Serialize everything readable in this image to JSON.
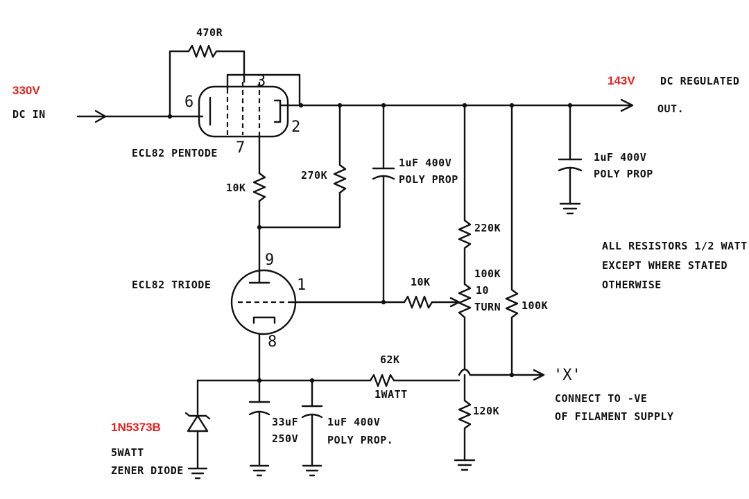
{
  "colors": {
    "ink": "#111111",
    "accent_red": "#e8201d",
    "background": "#ffffff"
  },
  "labels": {
    "input_voltage": "330V",
    "input_desc": "DC IN",
    "output_voltage": "143V",
    "output_desc_1": "DC REGULATED",
    "output_desc_2": "OUT.",
    "zener_part": "1N5373B",
    "zener_desc_1": "5WATT",
    "zener_desc_2": "ZENER DIODE",
    "note_1": "ALL RESISTORS 1/2 WATT",
    "note_2": "EXCEPT WHERE STATED",
    "note_3": "OTHERWISE",
    "x_node": "'X'",
    "x_desc_1": "CONNECT TO -VE",
    "x_desc_2": "OF FILAMENT SUPPLY"
  },
  "components": {
    "r_470": "470R",
    "pentode": "ECL82 PENTODE",
    "pentode_pins": {
      "p6": "6",
      "p3": "3",
      "p2": "2",
      "p7": "7"
    },
    "r_10k_a": "10K",
    "r_270k": "270K",
    "c1_value": "1uF 400V",
    "c1_type": "POLY PROP",
    "c2_value": "1uF 400V",
    "c2_type": "POLY PROP",
    "r_220k": "220K",
    "pot_1": "100K",
    "pot_2": "10",
    "pot_3": "TURN",
    "r_10k_b": "10K",
    "r_100k": "100K",
    "triode": "ECL82 TRIODE",
    "triode_pins": {
      "p9": "9",
      "p1": "1",
      "p8": "8"
    },
    "r_62k_value": "62K",
    "r_62k_watt": "1WATT",
    "c3_value": "33uF",
    "c3_volt": "250V",
    "c4_value": "1uF 400V",
    "c4_type": "POLY PROP.",
    "r_120k": "120K"
  }
}
